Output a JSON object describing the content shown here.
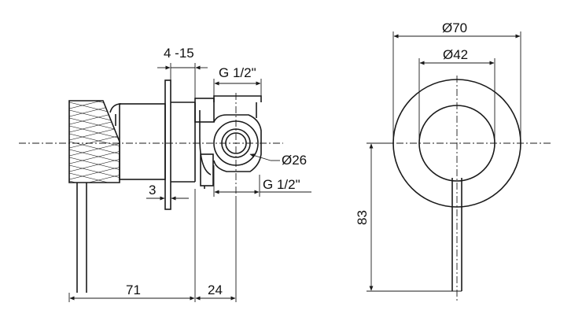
{
  "side_view": {
    "dim_wall_range": "4 -15",
    "dim_inlet_top": "G 1/2\"",
    "dim_diameter_inlet": "Ø26",
    "dim_thickness": "3",
    "dim_inlet_bottom": "G 1/2\"",
    "dim_body_length": "71",
    "dim_rear_depth": "24"
  },
  "front_view": {
    "dim_plate_diameter": "Ø70",
    "dim_cap_diameter": "Ø42",
    "dim_lever_length": "83"
  }
}
